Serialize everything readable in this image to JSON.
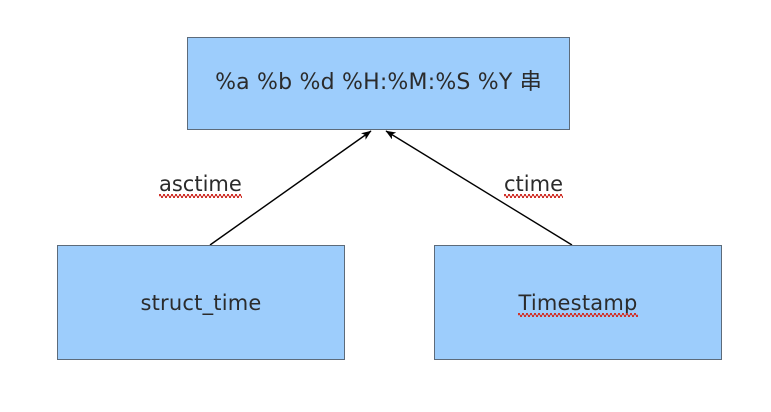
{
  "diagram": {
    "title": "time conversion diagram",
    "background_color": "#ffffff",
    "node_fill_color": "#9DCDFC",
    "node_border_color": "#5D6B7A",
    "edge_color": "#000000",
    "spellcheck_underline_color": "#d0342c",
    "nodes": [
      {
        "id": "format-string",
        "label": "%a %b %d %H:%M:%S %Y 串",
        "misspelled": false
      },
      {
        "id": "struct-time",
        "label": "struct_time",
        "misspelled": false
      },
      {
        "id": "timestamp",
        "label": "Timestamp",
        "misspelled": true
      }
    ],
    "edges": [
      {
        "id": "asctime",
        "label": "asctime",
        "from": "struct-time",
        "to": "format-string",
        "misspelled": true,
        "arrowhead": "filled-triangle"
      },
      {
        "id": "ctime",
        "label": "ctime",
        "from": "timestamp",
        "to": "format-string",
        "misspelled": true,
        "arrowhead": "filled-triangle"
      }
    ]
  }
}
